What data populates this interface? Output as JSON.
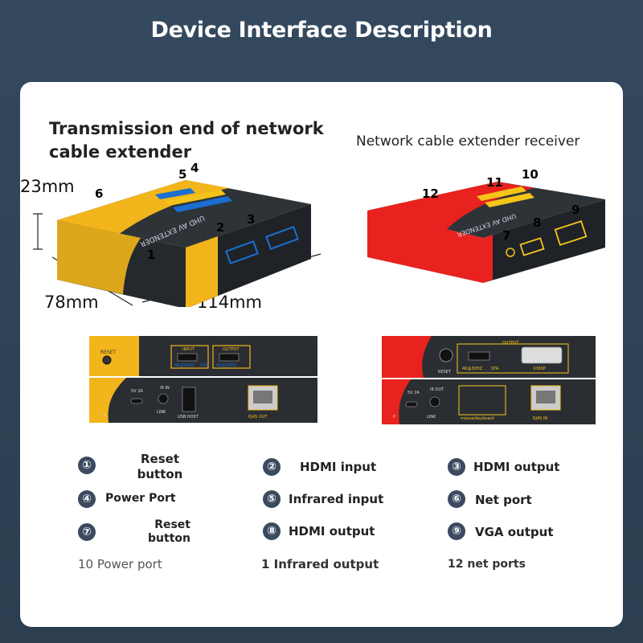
{
  "page_title": "Device Interface Description",
  "transmitter": {
    "heading": "Transmission end of network cable extender",
    "label": "UHD AV EXTENDER",
    "dim_height": "23mm",
    "dim_depth": "78mm",
    "dim_width": "114mm",
    "callouts": [
      "1",
      "2",
      "3",
      "4",
      "5",
      "6"
    ],
    "colors": {
      "body": "#2e3338",
      "accent": "#f2b51b",
      "stripe": "#1a6fd0"
    }
  },
  "receiver": {
    "heading": "Network cable extender receiver",
    "label": "UHD AV EXTENDER",
    "callouts": [
      "7",
      "8",
      "9",
      "10",
      "11",
      "12"
    ],
    "colors": {
      "body": "#2e3338",
      "accent": "#e8221e",
      "stripe": "#f5c518"
    }
  },
  "panels": {
    "tx_front": {
      "reset": "RESET",
      "input": "INPUT",
      "output": "OUTPUT",
      "spec1": "4K@30HZ",
      "spec2": "STA",
      "spec3": "4K@30HZ"
    },
    "tx_back": {
      "power": "5V 2A",
      "ir": "IR IN",
      "link": "LINK",
      "usb": "USB HOST",
      "rj45": "RJ45 OUT",
      "p": "P"
    },
    "rx_front": {
      "reset": "RESET",
      "output": "OUTPUT",
      "spec1": "4K@30HZ",
      "spec2": "STA",
      "vga": "1080P"
    },
    "rx_back": {
      "power": "5V 2A",
      "ir": "IR OUT",
      "link": "LINK",
      "mouse": "mouse/keyboard",
      "rj45": "RJ45 IN",
      "p": "P"
    }
  },
  "legend": [
    {
      "num": "①",
      "label": "Reset button"
    },
    {
      "num": "②",
      "label": "HDMI input"
    },
    {
      "num": "③",
      "label": "HDMI output"
    },
    {
      "num": "④",
      "label": "Power Port"
    },
    {
      "num": "⑤",
      "label": "Infrared input"
    },
    {
      "num": "⑥",
      "label": "Net port"
    },
    {
      "num": "⑦",
      "label": "Reset button"
    },
    {
      "num": "⑧",
      "label": "HDMI output"
    },
    {
      "num": "⑨",
      "label": "VGA output"
    }
  ],
  "plain_legend": [
    "10 Power port",
    "1 Infrared output",
    "12 net ports"
  ]
}
